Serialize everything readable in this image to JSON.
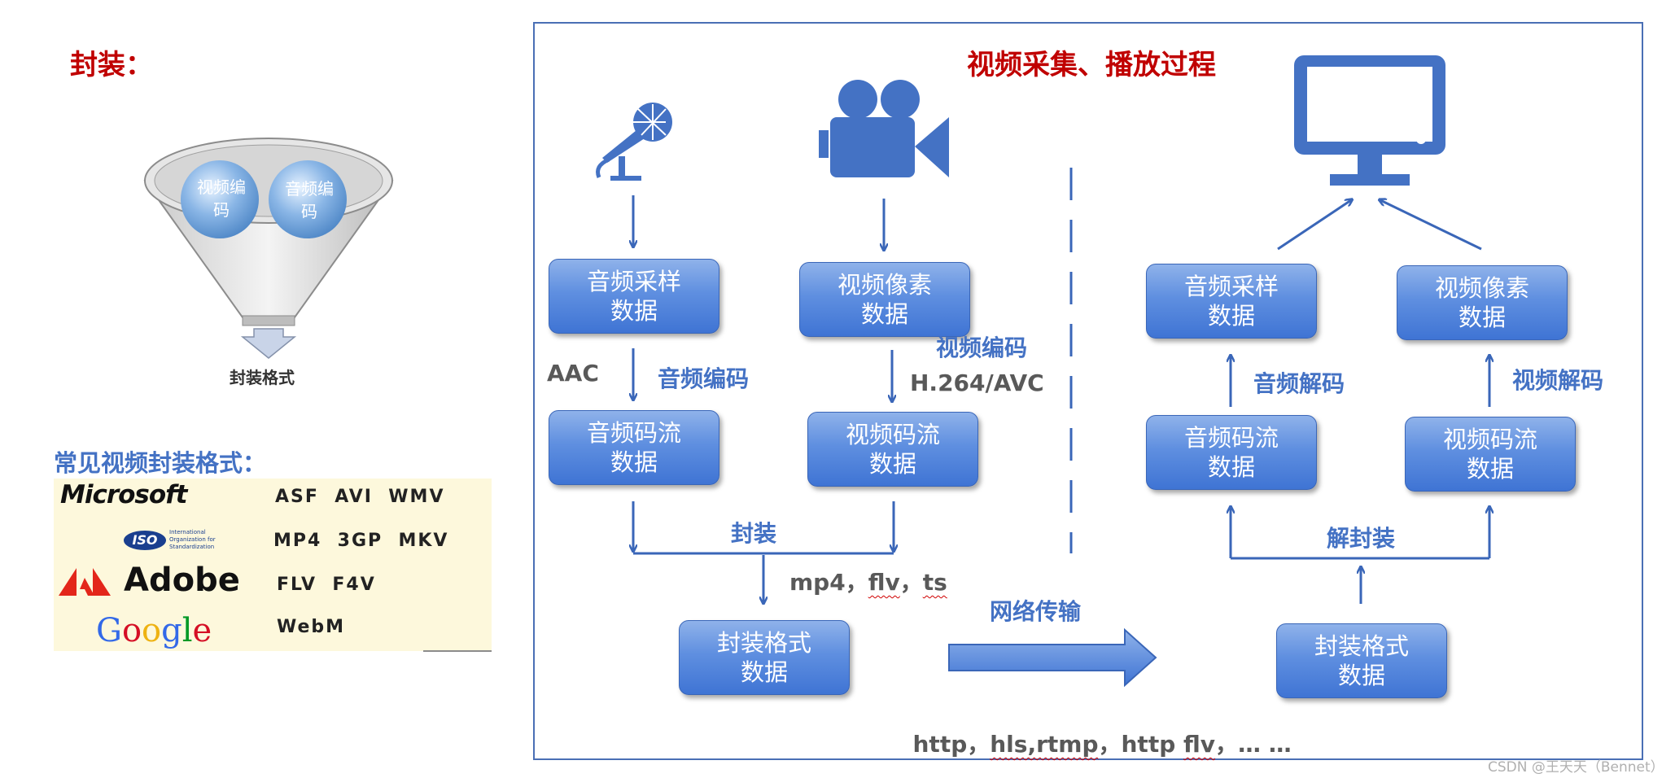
{
  "left": {
    "title": "封装：",
    "funnel": {
      "ball1": [
        "视频编",
        "码"
      ],
      "ball2": [
        "音频编",
        "码"
      ],
      "output": "封装格式"
    },
    "common_title": "常见视频封装格式：",
    "logos": {
      "microsoft": "Microsoft",
      "iso_badge": "ISO",
      "iso_text": [
        "International",
        "Organization for",
        "Standardization"
      ],
      "adobe": "Adobe",
      "google": [
        "G",
        "o",
        "o",
        "g",
        "l",
        "e"
      ]
    },
    "formats": {
      "microsoft": "ASF  AVI  WMV",
      "iso": "MP4  3GP  MKV",
      "adobe": "FLV  F4V",
      "google": "WebM"
    }
  },
  "diagram": {
    "title": "视频采集、播放过程",
    "boxes": {
      "audio_sample_l": [
        "音频采样",
        "数据"
      ],
      "video_pixel_l": [
        "视频像素",
        "数据"
      ],
      "audio_stream_l": [
        "音频码流",
        "数据"
      ],
      "video_stream_l": [
        "视频码流",
        "数据"
      ],
      "container_l": [
        "封装格式",
        "数据"
      ],
      "audio_sample_r": [
        "音频采样",
        "数据"
      ],
      "video_pixel_r": [
        "视频像素",
        "数据"
      ],
      "audio_stream_r": [
        "音频码流",
        "数据"
      ],
      "video_stream_r": [
        "视频码流",
        "数据"
      ],
      "container_r": [
        "封装格式",
        "数据"
      ]
    },
    "labels": {
      "aac": "AAC",
      "audio_encode": "音频编码",
      "video_encode": "视频编码",
      "h264": "H.264/AVC",
      "mux": "封装",
      "mux_formats_prefix": "mp4，",
      "mux_flv": "flv",
      "mux_sep": "，",
      "mux_ts": "ts",
      "network": "网络传输",
      "proto_http": "http，",
      "proto_hls": "hls,rtmp",
      "proto_mid": "，http ",
      "proto_flv": "flv",
      "proto_tail": "，… …",
      "audio_decode": "音频解码",
      "video_decode": "视频解码",
      "demux": "解封装"
    },
    "icons": {
      "mic": "microphone-icon",
      "camera": "video-camera-icon",
      "monitor": "monitor-icon"
    }
  },
  "watermark": "CSDN @王天天（Bennet）",
  "colors": {
    "title_red": "#c00000",
    "accent_blue": "#4472c4",
    "arrow_blue": "#3a66b8",
    "icon_blue": "#4472c4"
  }
}
